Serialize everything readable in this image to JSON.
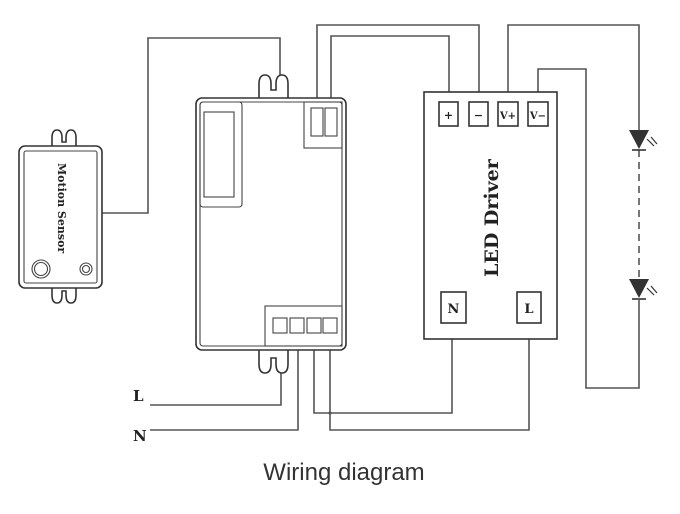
{
  "diagram": {
    "caption": "Wiring diagram",
    "motion_sensor": {
      "label": "Motion Sensor"
    },
    "led_driver": {
      "label": "LED Driver",
      "output_terminals": [
        "+",
        "−",
        "V+",
        "V−"
      ],
      "input_terminals": [
        "N",
        "L"
      ]
    },
    "mains": {
      "line_label": "L",
      "neutral_label": "N"
    },
    "led_string": {
      "led_count_shown": 2,
      "continuation": "dashed"
    },
    "colors": {
      "wire": "#555555",
      "outline": "#333333",
      "led_fill": "#333333"
    }
  }
}
